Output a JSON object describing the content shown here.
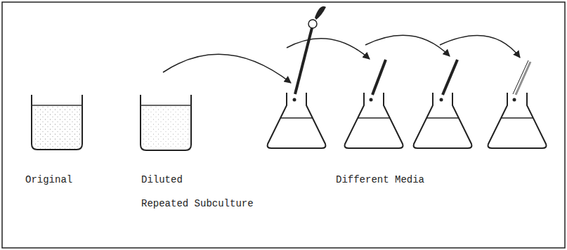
{
  "diagram": {
    "labels": [
      "Original",
      "Diluted",
      "Repeated Subculture",
      "Different Media"
    ]
  }
}
